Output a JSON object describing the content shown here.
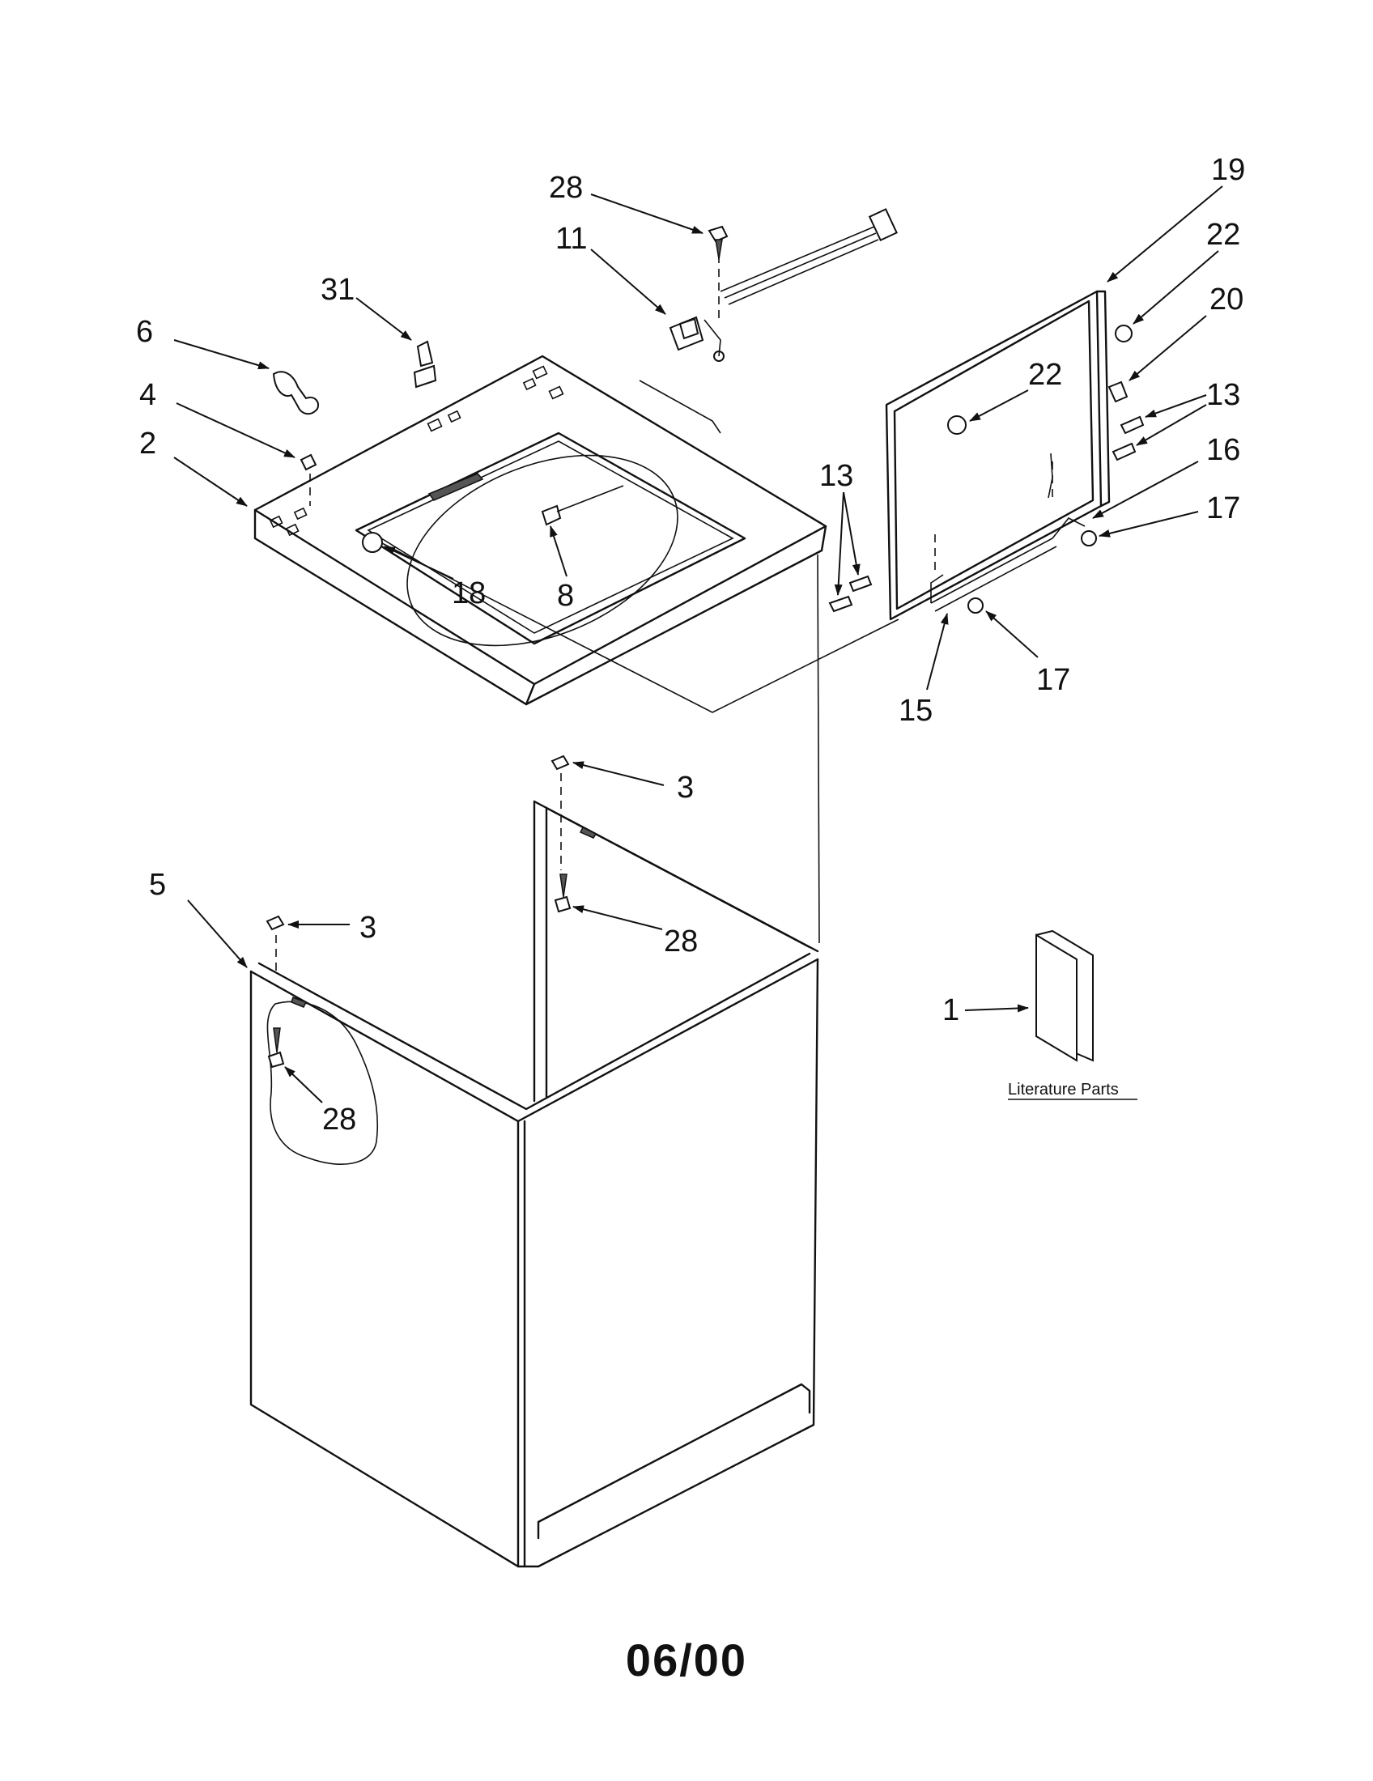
{
  "callouts": {
    "c28_top": "28",
    "c11": "11",
    "c19": "19",
    "c22_top": "22",
    "c20": "20",
    "c31": "31",
    "c6": "6",
    "c4": "4",
    "c2": "2",
    "c22_mid": "22",
    "c13_right": "13",
    "c16": "16",
    "c17_right": "17",
    "c13_left": "13",
    "c18": "18",
    "c8": "8",
    "c17_bottom": "17",
    "c15": "15",
    "c3_right": "3",
    "c5": "5",
    "c3_left": "3",
    "c28_mid": "28",
    "c1": "1",
    "c28_bottom": "28"
  },
  "literature_label": "Literature Parts",
  "date_code": "06/00"
}
